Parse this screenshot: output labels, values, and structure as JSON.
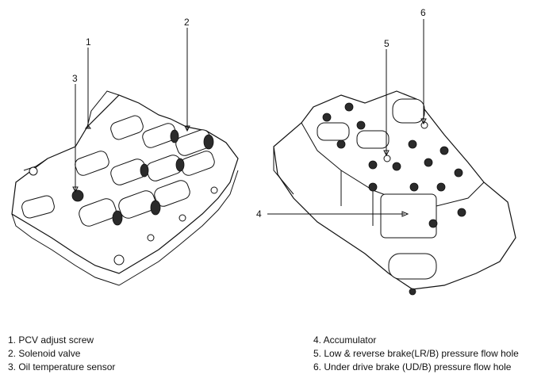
{
  "callouts": {
    "c1": "1",
    "c2": "2",
    "c3": "3",
    "c4": "4",
    "c5": "5",
    "c6": "6"
  },
  "legend": {
    "left": [
      "1. PCV adjust screw",
      "2. Solenoid valve",
      "3. Oil temperature sensor"
    ],
    "right": [
      "4. Accumulator",
      "5. Low & reverse brake(LR/B) pressure flow hole",
      "6. Under drive brake (UD/B) pressure flow hole"
    ]
  }
}
